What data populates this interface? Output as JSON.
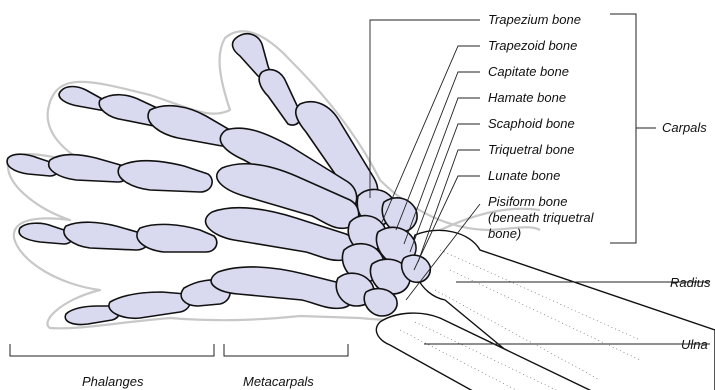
{
  "diagram": {
    "carpal_labels": [
      "Trapezium bone",
      "Trapezoid bone",
      "Capitate bone",
      "Hamate bone",
      "Scaphoid bone",
      "Triquetral bone",
      "Lunate bone"
    ],
    "pisiform_label": [
      "Pisiform bone",
      "(beneath triquetral",
      "bone)"
    ],
    "group_carpals": "Carpals",
    "radius": "Radius",
    "ulna": "Ulna",
    "phalanges": "Phalanges",
    "metacarpals": "Metacarpals",
    "colors": {
      "bone_fill": "#d9d9ef",
      "outline": "#111111",
      "skin": "#c8c8c8"
    }
  }
}
